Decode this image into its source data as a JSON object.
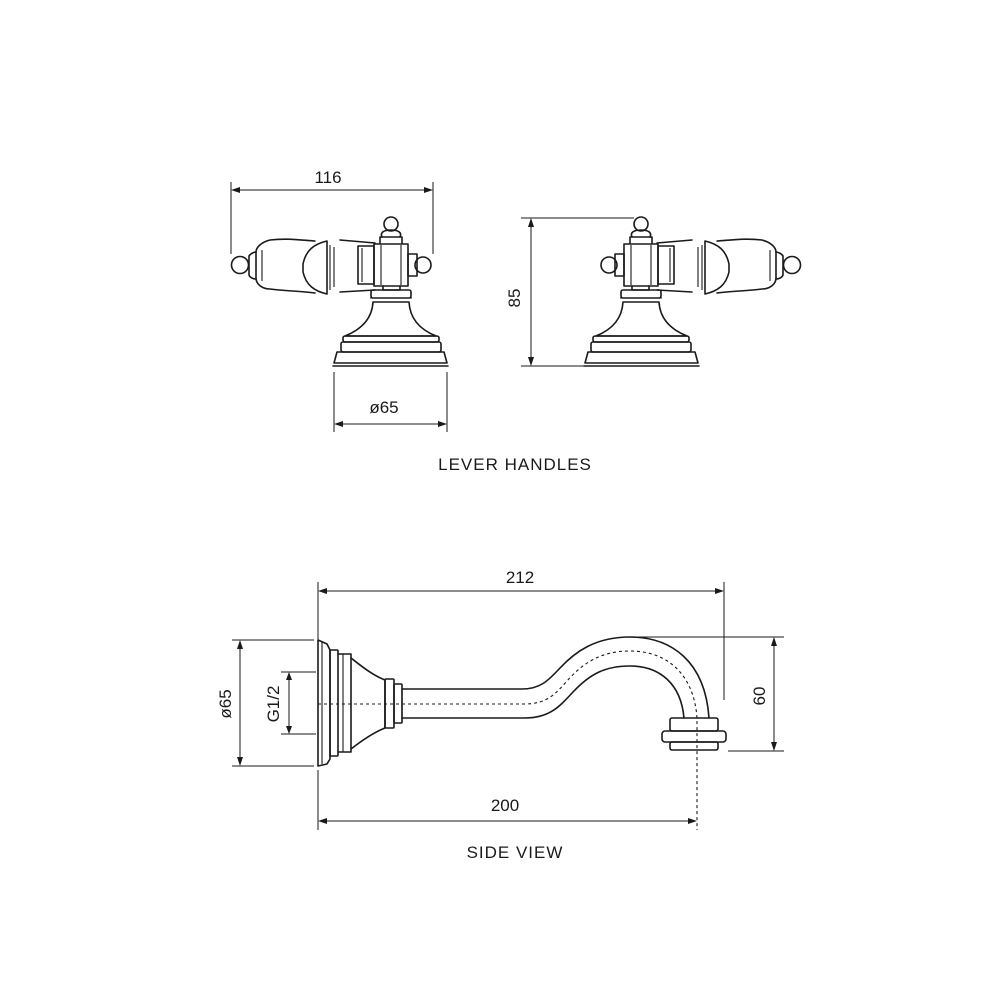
{
  "lever_handles": {
    "caption": "LEVER HANDLES",
    "width_label": "116",
    "height_label": "85",
    "base_diameter_label": "ø65"
  },
  "side_view": {
    "caption": "SIDE VIEW",
    "overall_length_label": "212",
    "wall_length_label": "200",
    "rise_label": "60",
    "flange_diameter_label": "ø65",
    "thread_label": "G1/2"
  }
}
